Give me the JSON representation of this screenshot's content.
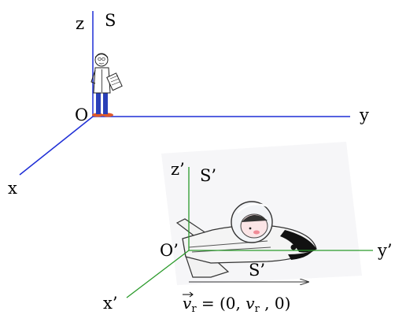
{
  "frame_s": {
    "name": "S",
    "origin": "O",
    "x_axis": "x",
    "y_axis": "y",
    "z_axis": "z",
    "axis_color": "#1f2fd6"
  },
  "frame_s_prime": {
    "name": "S’",
    "name_on_ship": "S’",
    "origin": "O’",
    "x_axis": "x’",
    "y_axis": "y’",
    "z_axis": "z’",
    "axis_color": "#2a9a2a"
  },
  "velocity": {
    "symbol": "v",
    "subscript": "r",
    "equals": " = (0, ",
    "middle": "v",
    "middle_subscript": "r",
    "tail": " , 0)"
  },
  "observer_icon": "scientist-with-clipboard-icon",
  "vehicle_icon": "space-shuttle-with-astronaut-icon"
}
